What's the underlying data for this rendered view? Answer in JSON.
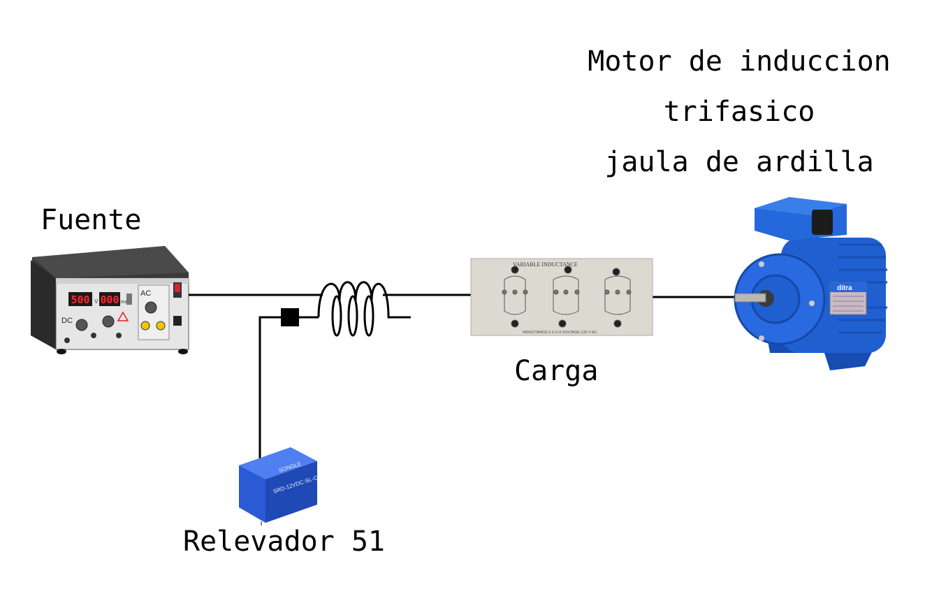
{
  "labels": {
    "motor_lines": [
      "Motor de induccion",
      "trifasico",
      "jaula de ardilla"
    ],
    "source": "Fuente",
    "load": "Carga",
    "relay": "Relevador 51"
  },
  "source_device": {
    "display_voltage": "500",
    "display_current": "000",
    "unit_v": "V",
    "unit_a": "mA",
    "dc_label": "DC",
    "ac_label": "AC"
  },
  "load_panel": {
    "header": "VARIABLE INDUCTANCE",
    "footer": "INDUCTANCE 0.2-3 H   VOLTAGE 120 V AC"
  },
  "motor_device": {
    "brand": "ditra"
  },
  "relay_device": {
    "brand": "SONGLE",
    "text": "SRD-12VDC-SL-C"
  },
  "colors": {
    "line": "#000000",
    "motor_blue": "#1f5fd0",
    "relay_blue": "#2a5bd4",
    "panel_gray": "#dcd9d0",
    "source_dark": "#2b2b2b",
    "display_red": "#ff2a2a"
  }
}
